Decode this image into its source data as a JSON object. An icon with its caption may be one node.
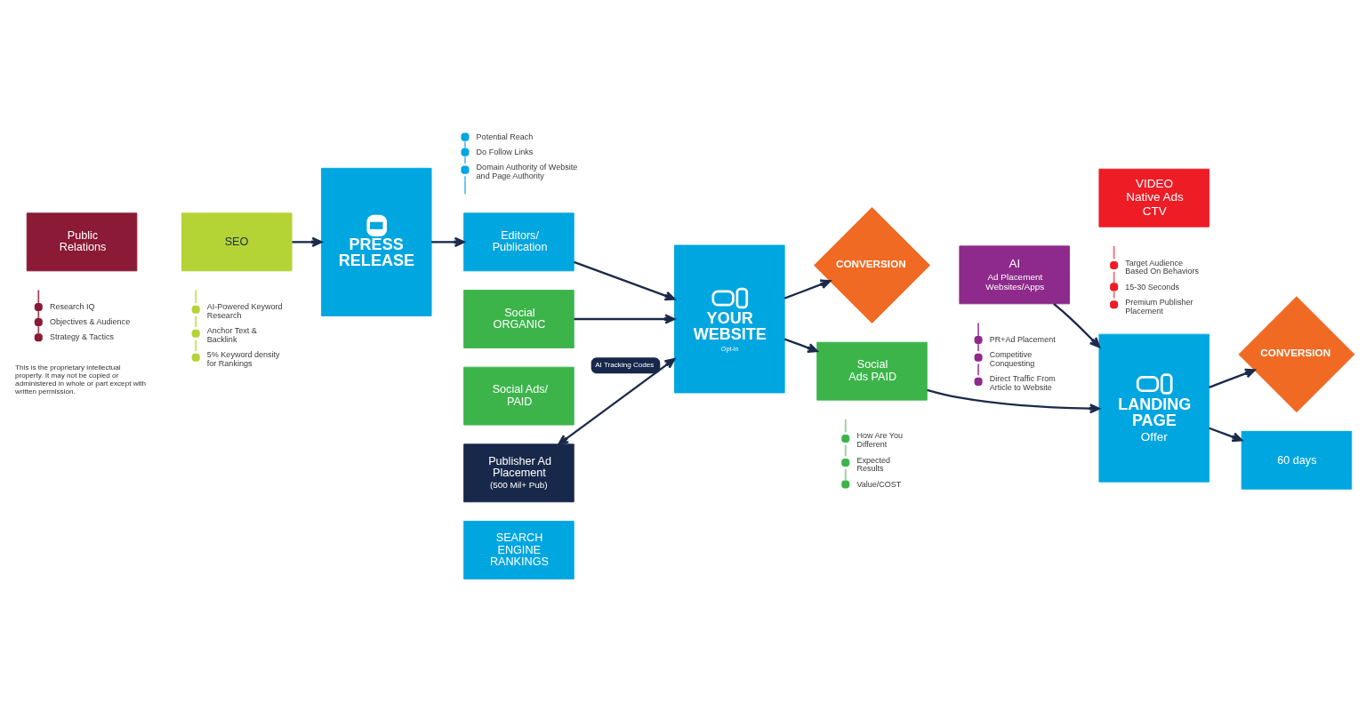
{
  "diagram": {
    "nodes": [
      {
        "text": [
          "Public Relations"
        ],
        "beside": [
          "Research IQ",
          "Objectives & Audience",
          "Strategy & Tactics"
        ]
      },
      {
        "text": [
          "SEO"
        ],
        "beside": [
          "AI-Powered Keyword Research",
          "Anchor Text & Backlink",
          "5% Keyword density for Rankings"
        ]
      },
      {
        "text": [
          "PRESS RELEASE"
        ]
      },
      {
        "text": [
          "Editors/ Publication"
        ],
        "beside": [
          "Potential Reach",
          "Do Follow Links",
          "Domain Authority of Website and Page Authority"
        ]
      },
      {
        "text": [
          "Social ORGANIC"
        ]
      },
      {
        "text": [
          "Social Ads/ PAID"
        ]
      },
      {
        "text": [
          "Publisher Ad Placement",
          "(500 Mil+ Pub)"
        ]
      },
      {
        "text": [
          "SEARCH ENGINE RANKINGS"
        ]
      },
      {
        "text": [
          "YOUR WEBSITE",
          "Opt-in"
        ]
      },
      {
        "text": [
          "CONVERSION"
        ]
      },
      {
        "text": [
          "Social Ads PAID"
        ],
        "beside": [
          "How Are You Different",
          "Expected Results",
          "Value/COST"
        ]
      },
      {
        "text": [
          "AI",
          "Ad Placement Websites/Apps"
        ],
        "beside": [
          "PR+Ad Placement",
          "Competitive Conquesting",
          "Direct Traffic From Article to Website"
        ]
      },
      {
        "text": [
          "VIDEO Native Ads CTV"
        ],
        "beside": [
          "Target Audience Based On Behaviors",
          "15-30 Seconds",
          "Premium Publisher Placement"
        ]
      },
      {
        "text": [
          "LANDING PAGE",
          "Offer"
        ]
      },
      {
        "text": [
          "CONVERSION"
        ]
      },
      {
        "text": [
          "60 days"
        ]
      }
    ],
    "edges": [
      {
        "from": 1,
        "to": 2,
        "arrow": "to"
      },
      {
        "from": 2,
        "to": 3,
        "arrow": "to"
      },
      {
        "from": 3,
        "to": 8,
        "arrow": "to"
      },
      {
        "from": 4,
        "to": 8,
        "arrow": "to"
      },
      {
        "from": 8,
        "to": 9,
        "arrow": "to"
      },
      {
        "from": 8,
        "to": 10,
        "arrow": "to"
      },
      {
        "from": 6,
        "to": 8,
        "arrow": "both",
        "label": "AI Tracking Codes"
      },
      {
        "from": 10,
        "to": 13,
        "arrow": "to"
      },
      {
        "from": 11,
        "to": 13,
        "arrow": "to"
      },
      {
        "from": 13,
        "to": 14,
        "arrow": "to"
      },
      {
        "from": 13,
        "to": 15,
        "arrow": "to"
      }
    ],
    "labels": [
      "This is the proprietary intellectual property. It may not be copied or administered in whole or part except with written permission."
    ]
  }
}
